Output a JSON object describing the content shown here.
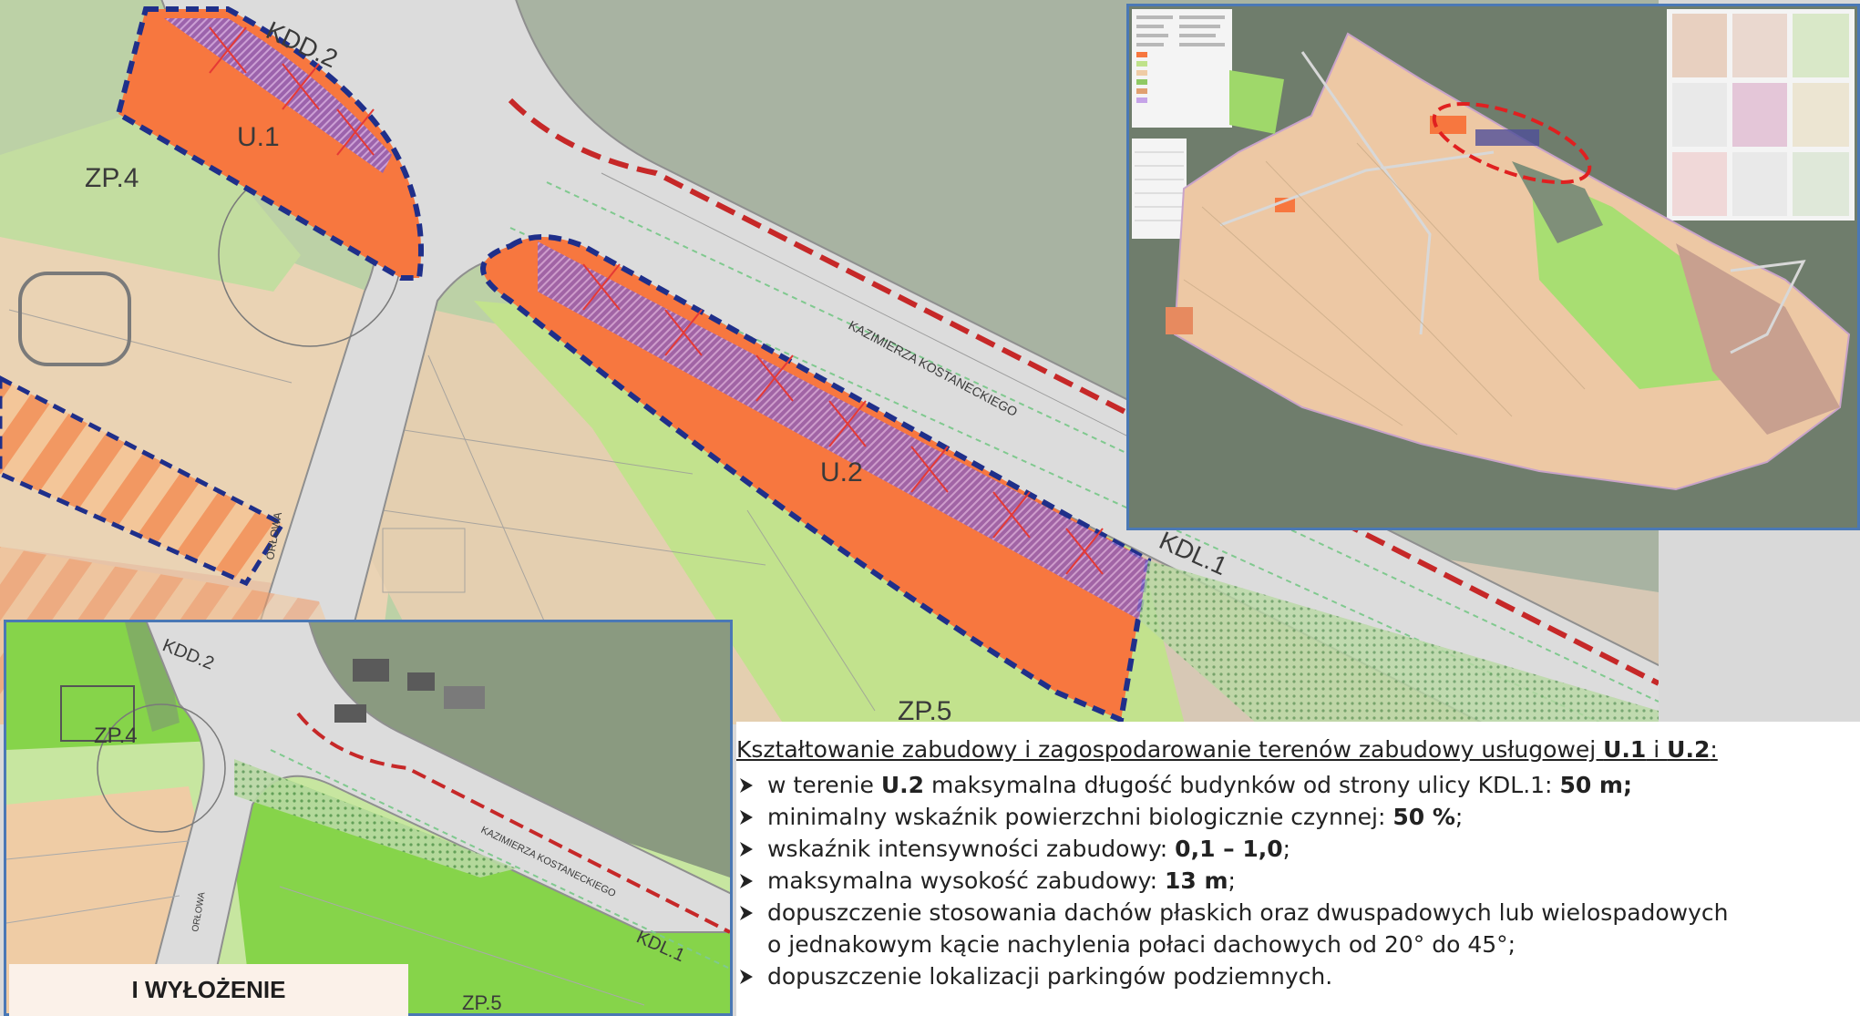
{
  "map": {
    "labels": {
      "u1": "U.1",
      "u2": "U.2",
      "zp4": "ZP.4",
      "zp5": "ZP.5",
      "kdd2": "KDD.2",
      "kdl1": "KDL.1",
      "street": "KAZIMIERZA KOSTANECKIEGO",
      "orlowa": "ORŁOWA"
    },
    "colors": {
      "service": "#f7773f",
      "green": "#bfe28a",
      "residential": "#efcca5",
      "boundary_red": "#c62828",
      "boundary_blue": "#1f2f8a",
      "inset_frame": "#4a78b5"
    }
  },
  "inset_small": {
    "labels": {
      "zp4": "ZP.4",
      "zp5": "ZP.5",
      "kdd2": "KDD.2",
      "kdl1": "KDL.1",
      "street": "KAZIMIERZA KOSTANECKIEGO",
      "orlowa": "ORŁOWA"
    }
  },
  "stage_label": "I WYŁOŻENIE",
  "panel": {
    "heading_prefix": "Kształtowanie zabudowy i zagospodarowanie terenów zabudowy usługowej ",
    "heading_u1": "U.1",
    "heading_and": " i ",
    "heading_u2": "U.2",
    "heading_colon": ":",
    "items": [
      {
        "pre": "w terenie ",
        "bold1": "U.2",
        "mid": " maksymalna długość budynków od strony ulicy KDL.1: ",
        "bold2": "50 m;"
      },
      {
        "pre": "minimalny wskaźnik powierzchni biologicznie czynnej: ",
        "bold1": "50 %",
        "post": ";"
      },
      {
        "pre": "wskaźnik intensywności zabudowy: ",
        "bold1": "0,1 – 1,0",
        "post": ";"
      },
      {
        "pre": "maksymalna wysokość zabudowy: ",
        "bold1": "13 m",
        "post": ";"
      },
      {
        "line1": "dopuszczenie stosowania dachów płaskich oraz dwuspadowych lub wielospadowych",
        "line2": "o jednakowym kącie nachylenia połaci dachowych od 20° do 45°;"
      },
      {
        "text": "dopuszczenie lokalizacji parkingów podziemnych."
      }
    ]
  }
}
